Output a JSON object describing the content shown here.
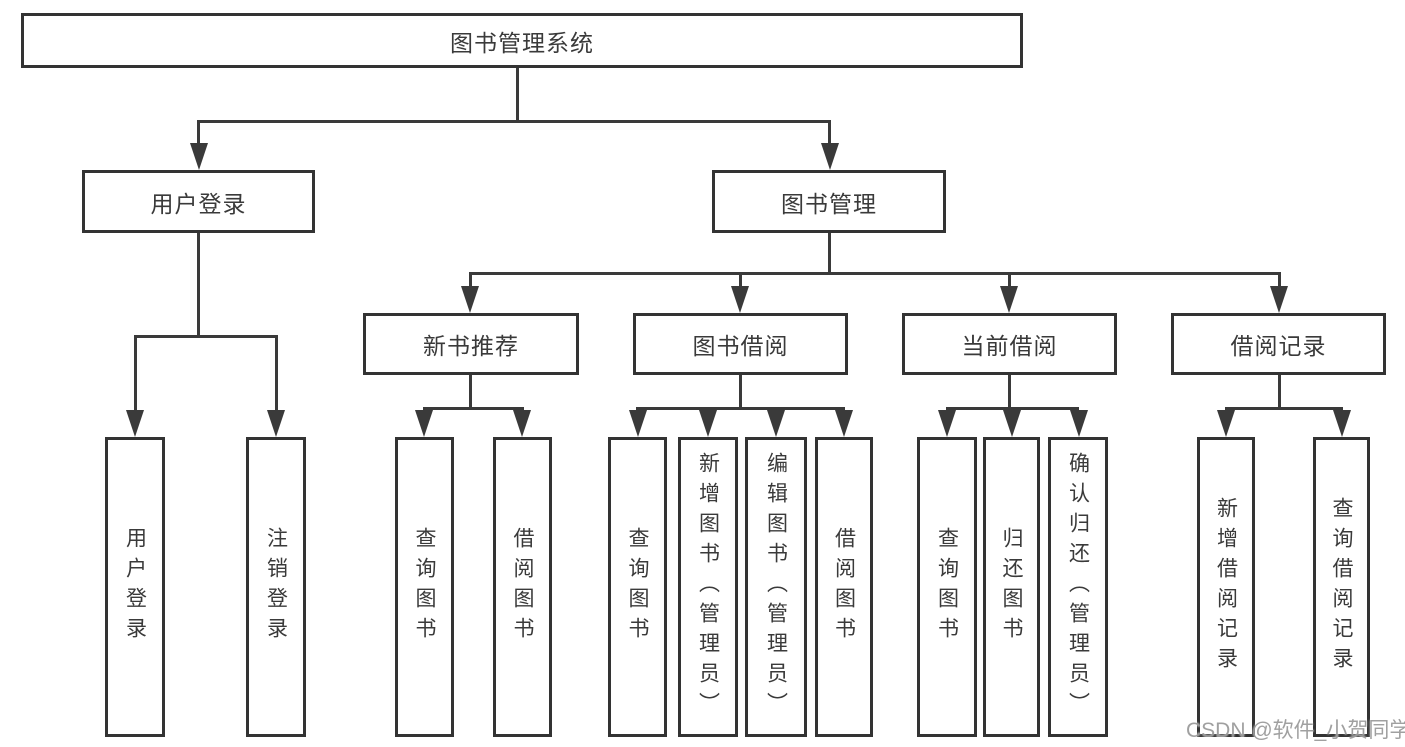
{
  "diagram": {
    "type": "hierarchy-tree",
    "root": {
      "label": "图书管理系统"
    },
    "branches": [
      {
        "label": "用户登录",
        "children": [
          {
            "label": "用户登录"
          },
          {
            "label": "注销登录"
          }
        ]
      },
      {
        "label": "图书管理",
        "children": [
          {
            "label": "新书推荐",
            "children": [
              {
                "label": "查询图书"
              },
              {
                "label": "借阅图书"
              }
            ]
          },
          {
            "label": "图书借阅",
            "children": [
              {
                "label": "查询图书"
              },
              {
                "label": "新增图书（管理员）"
              },
              {
                "label": "编辑图书（管理员）"
              },
              {
                "label": "借阅图书"
              }
            ]
          },
          {
            "label": "当前借阅",
            "children": [
              {
                "label": "查询图书"
              },
              {
                "label": "归还图书"
              },
              {
                "label": "确认归还（管理员）"
              }
            ]
          },
          {
            "label": "借阅记录",
            "children": [
              {
                "label": "新增借阅记录"
              },
              {
                "label": "查询借阅记录"
              }
            ]
          }
        ]
      }
    ],
    "watermark": "CSDN @软件_小贺同学",
    "colors": {
      "line": "#3a3a3a",
      "text": "#333333",
      "background": "#ffffff",
      "watermark": "#969696"
    }
  }
}
